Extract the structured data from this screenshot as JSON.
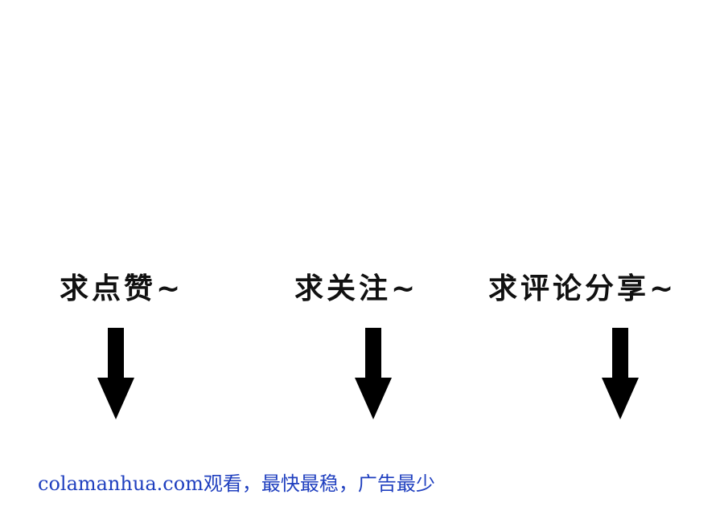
{
  "prompts": {
    "like": "求点赞~",
    "follow": "求关注~",
    "comment_share": "求评论分享~"
  },
  "footer": {
    "text": "colamanhua.com观看，最快最稳，广告最少"
  },
  "icons": {
    "arrow": "arrow-down-icon"
  },
  "colors": {
    "background": "#ffffff",
    "text": "#111111",
    "arrow": "#000000",
    "footer": "#1f3fbf"
  }
}
